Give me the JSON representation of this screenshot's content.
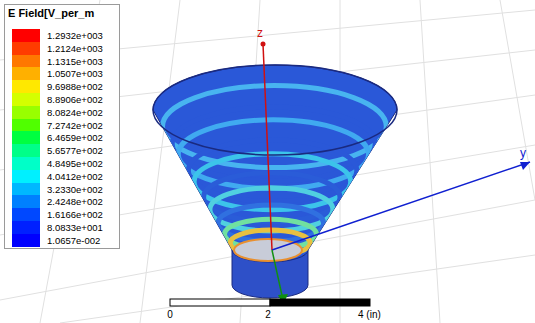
{
  "diagram": {
    "title": "E Field[V_per_m",
    "labels": [
      "z",
      "y",
      "0",
      "2",
      "4 (in)"
    ],
    "legend": [
      {
        "text": "1.2932e+003",
        "color": "#ff0000"
      },
      {
        "text": "1.2124e+003",
        "color": "#ff3c00"
      },
      {
        "text": "1.1315e+003",
        "color": "#ff7800"
      },
      {
        "text": "1.0507e+003",
        "color": "#ffb000"
      },
      {
        "text": "9.6988e+002",
        "color": "#ffe800"
      },
      {
        "text": "8.8906e+002",
        "color": "#d4ff00"
      },
      {
        "text": "8.0824e+002",
        "color": "#98ff00"
      },
      {
        "text": "7.2742e+002",
        "color": "#50ff00"
      },
      {
        "text": "6.4659e+002",
        "color": "#00ff40"
      },
      {
        "text": "5.6577e+002",
        "color": "#00ff88"
      },
      {
        "text": "4.8495e+002",
        "color": "#00ffc8"
      },
      {
        "text": "4.0412e+002",
        "color": "#00f0ff"
      },
      {
        "text": "3.2330e+002",
        "color": "#00b8ff"
      },
      {
        "text": "2.4248e+002",
        "color": "#0080ff"
      },
      {
        "text": "1.6166e+002",
        "color": "#0048ff"
      },
      {
        "text": "8.0833e+001",
        "color": "#0020ff"
      },
      {
        "text": "1.0657e-002",
        "color": "#0000ff"
      }
    ]
  }
}
